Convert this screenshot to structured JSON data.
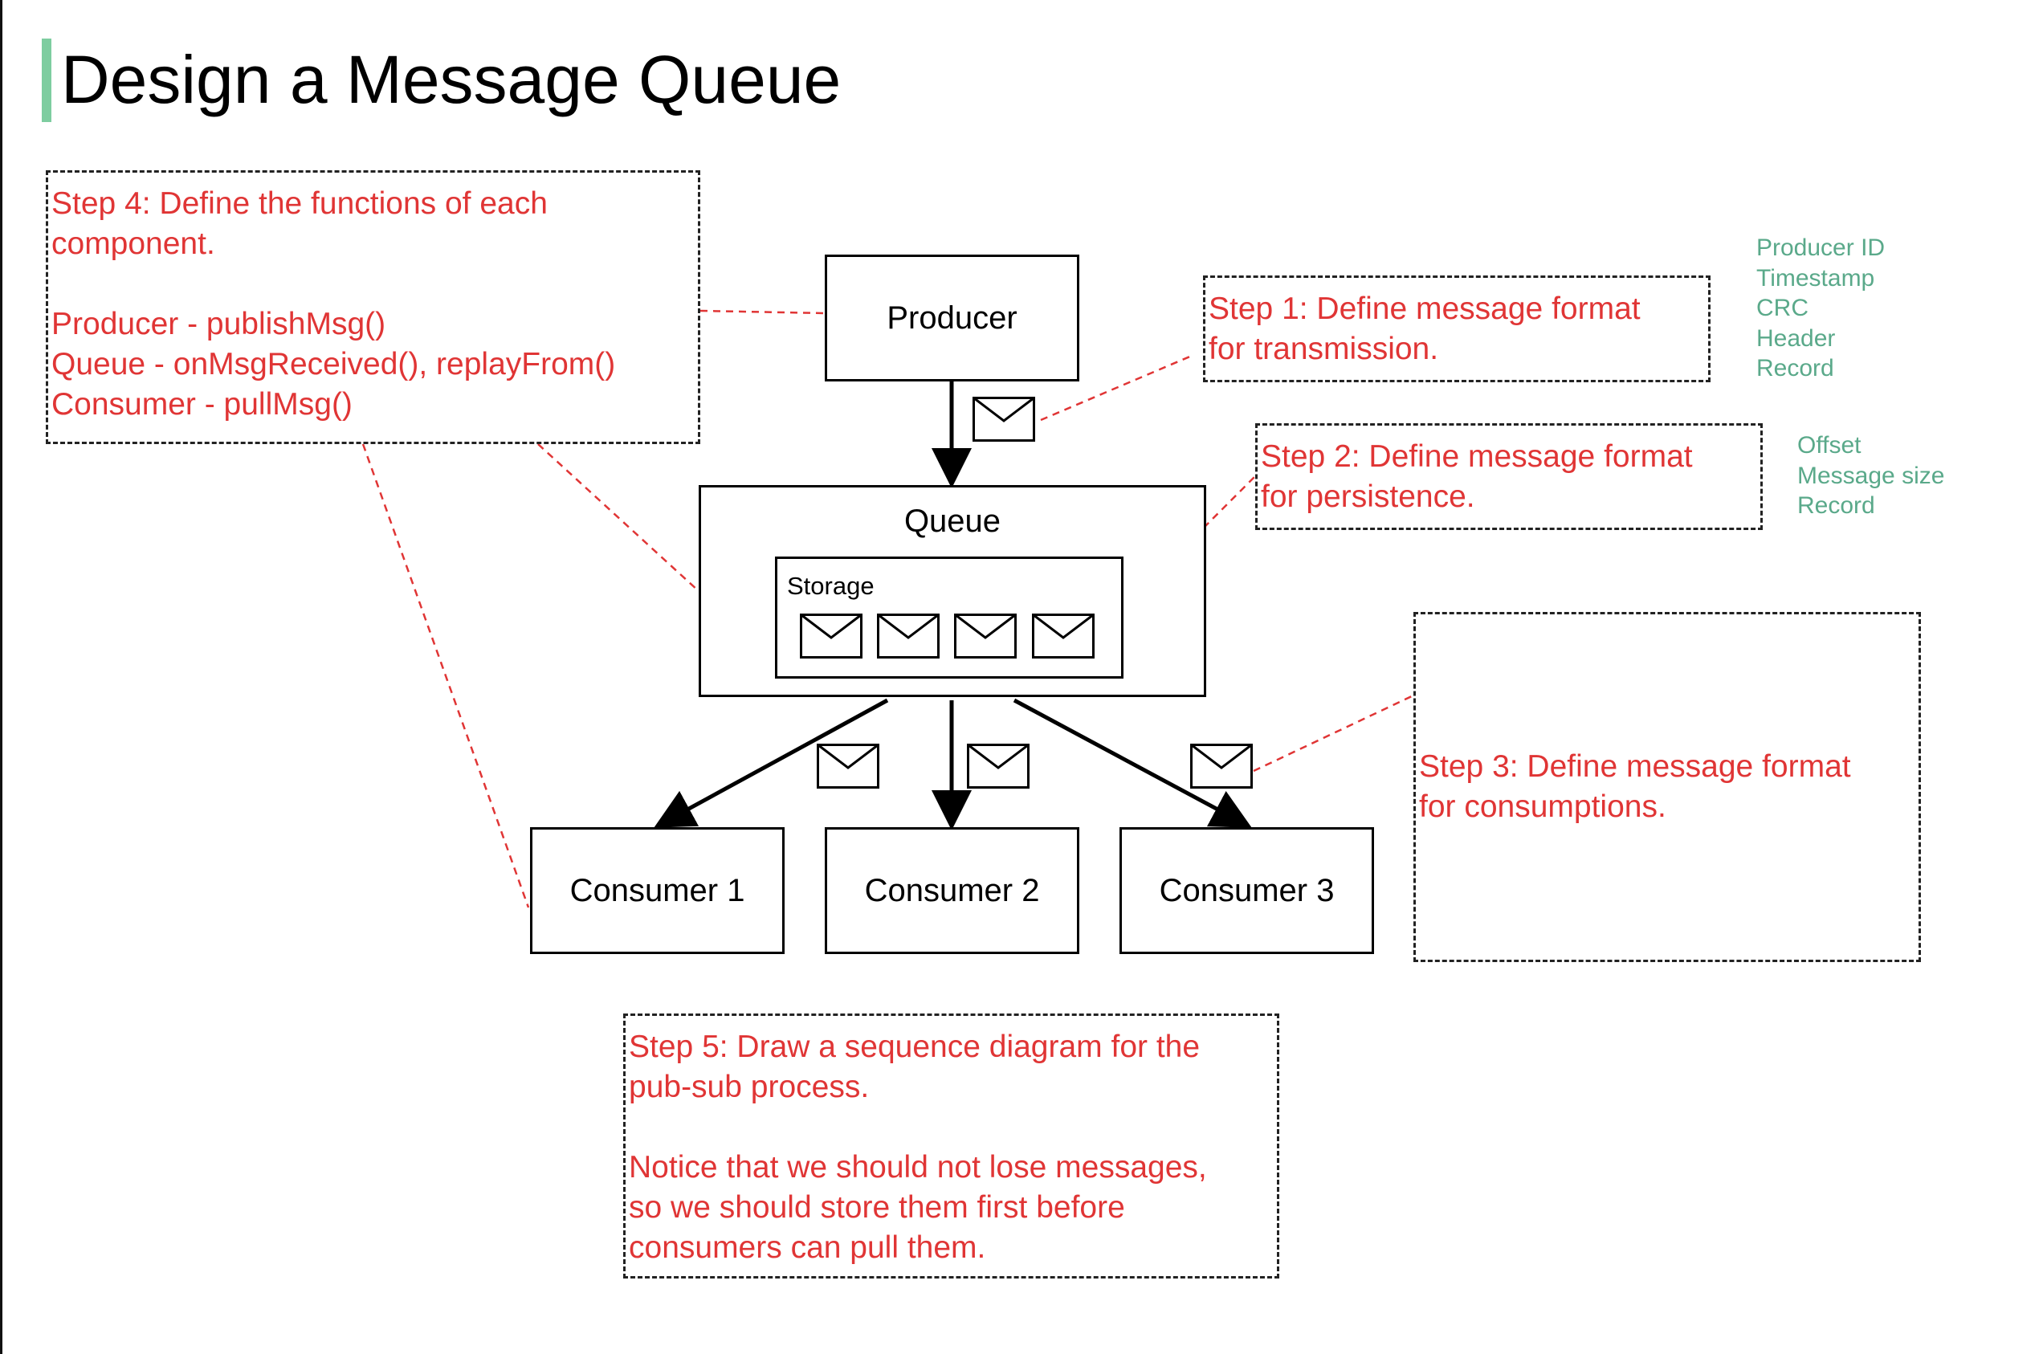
{
  "title": "Design a Message Queue",
  "components": {
    "producer": "Producer",
    "queue": "Queue",
    "storage": "Storage",
    "consumers": [
      "Consumer 1",
      "Consumer 2",
      "Consumer 3"
    ]
  },
  "steps": {
    "step1": [
      "Step 1: Define message format",
      "for transmission."
    ],
    "step2": [
      "Step 2: Define message format",
      "for persistence."
    ],
    "step3": [
      "Step 3: Define message format",
      "for consumptions."
    ],
    "step4": {
      "heading": [
        "Step 4: Define the functions of each",
        "component."
      ],
      "functions": [
        "Producer - publishMsg()",
        "Queue - onMsgReceived(), replayFrom()",
        "Consumer - pullMsg()"
      ]
    },
    "step5": {
      "heading": [
        "Step 5: Draw a sequence diagram for the",
        "pub-sub process."
      ],
      "notice": [
        "Notice that we should not lose messages,",
        "so we should store them first before",
        "consumers can pull them."
      ]
    }
  },
  "transmission_fields": [
    "Producer ID",
    "Timestamp",
    "CRC",
    "Header",
    "Record"
  ],
  "persistence_fields": [
    "Offset",
    "Message size",
    "Record"
  ],
  "colors": {
    "title_accent": "#7ecda0",
    "annotation": "#e03535",
    "field_list": "#5aa98a",
    "line": "#000000"
  },
  "icons": [
    "envelope-icon"
  ]
}
